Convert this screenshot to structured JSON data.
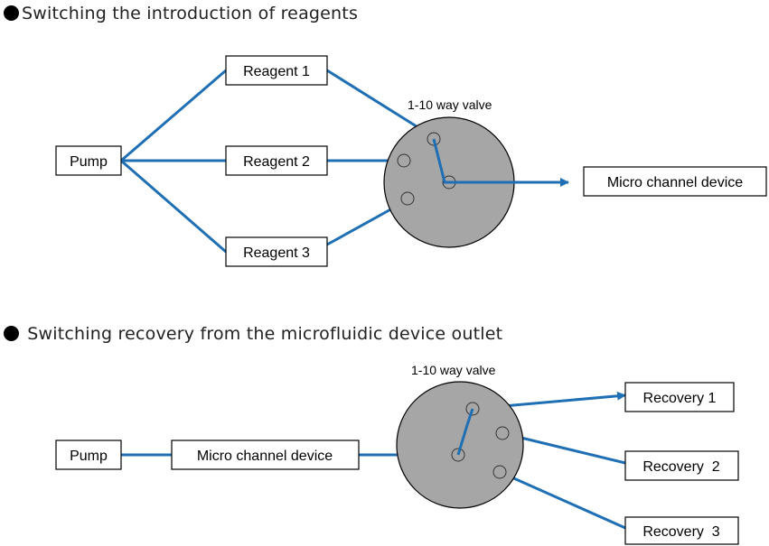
{
  "section1": {
    "title": "Switching the introduction of reagents",
    "pump": "Pump",
    "reagents": [
      "Reagent 1",
      "Reagent 2",
      "Reagent 3"
    ],
    "valve_label": "1-10 way valve",
    "output": "Micro channel device"
  },
  "section2": {
    "title": "Switching recovery from the microfluidic device outlet",
    "pump": "Pump",
    "device": "Micro channel device",
    "valve_label": "1-10 way valve",
    "recoveries": [
      "Recovery 1",
      "Recovery  2",
      "Recovery  3"
    ]
  },
  "colors": {
    "pipe": "#1f6fb5",
    "valve": "#a6a6a6"
  }
}
